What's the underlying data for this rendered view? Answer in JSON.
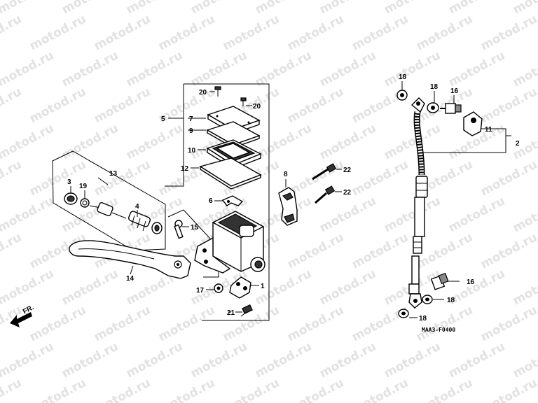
{
  "watermark": "motod.ru",
  "diagram_code": "MAA3-F0400",
  "direction_label": "FR.",
  "callouts": {
    "c1": "1",
    "c2": "2",
    "c3": "3",
    "c4": "4",
    "c5": "5",
    "c6": "6",
    "c7": "7",
    "c8": "8",
    "c9": "9",
    "c10": "10",
    "c11": "11",
    "c12": "12",
    "c13": "13",
    "c14": "14",
    "c15": "15",
    "c16a": "16",
    "c16b": "16",
    "c17": "17",
    "c18a": "18",
    "c18b": "18",
    "c18c": "18",
    "c18d": "18",
    "c19": "19",
    "c20a": "20",
    "c20b": "20",
    "c21": "21",
    "c22a": "22",
    "c22b": "22"
  }
}
